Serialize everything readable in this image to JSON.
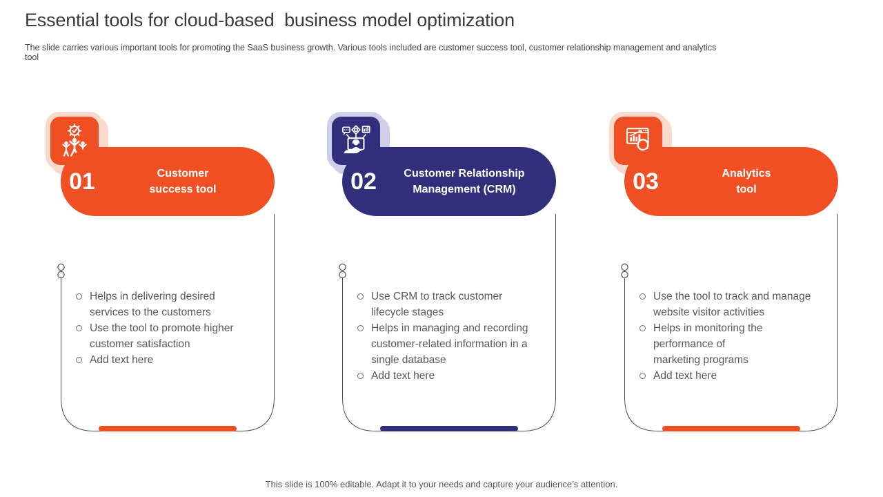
{
  "slide": {
    "title": "Essential tools for cloud-based  business model optimization",
    "subtitle": "The slide carries various important tools for promoting the SaaS business growth. Various tools included are customer success tool, customer relationship management and analytics tool",
    "footer": "This slide is 100% editable. Adapt it to your needs and capture your audience’s attention."
  },
  "colors": {
    "orange": "#F04E23",
    "navy": "#312F7B",
    "orange_light": "#FADACD",
    "navy_light": "#D0CFEA",
    "outline": "#4D4D4D",
    "text_dark": "#3B3B3B",
    "text_gray": "#595959"
  },
  "columns": [
    {
      "number": "01",
      "title": "Customer\nsuccess tool",
      "icon_name": "gear-check-team-icon",
      "theme": "orange",
      "bullets": [
        "Helps in delivering desired\nservices to the customers",
        "Use the tool to promote higher\ncustomer satisfaction",
        "Add text here"
      ]
    },
    {
      "number": "02",
      "title": "Customer Relationship\nManagement (CRM)",
      "icon_name": "crm-support-laptop-icon",
      "theme": "navy",
      "bullets": [
        "Use CRM to track customer\nlifecycle stages",
        "Helps in managing and recording\ncustomer-related information in a\nsingle database",
        "Add text here"
      ]
    },
    {
      "number": "03",
      "title": "Analytics\ntool",
      "icon_name": "chart-magnifier-icon",
      "theme": "orange",
      "bullets": [
        "Use the tool to track and manage\nwebsite visitor activities",
        "Helps in monitoring the\nperformance of\nmarketing programs",
        "Add text here"
      ]
    }
  ]
}
